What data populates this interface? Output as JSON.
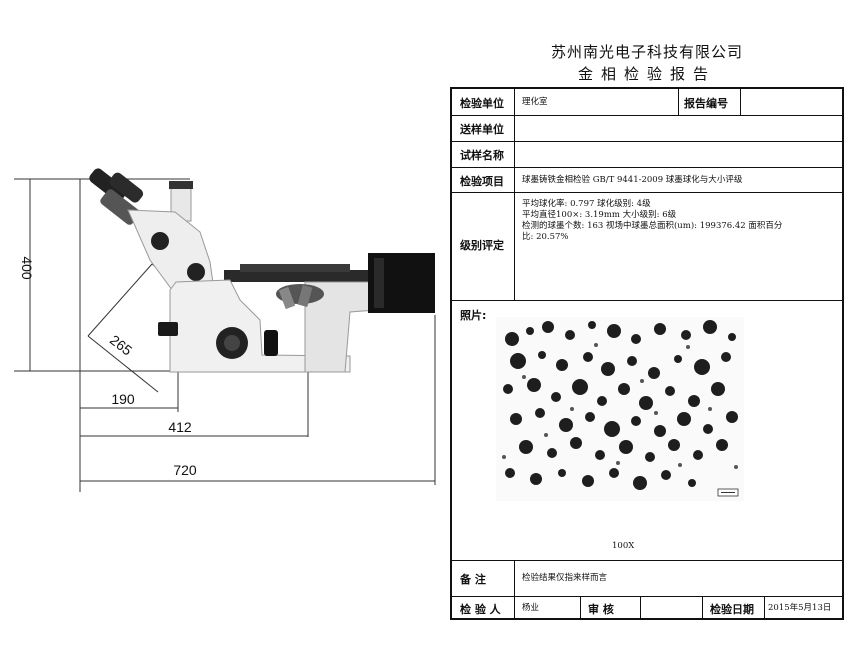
{
  "drawing": {
    "dimensions": {
      "height": "400",
      "diagonal": "265",
      "depth_190": "190",
      "depth_412": "412",
      "width_720": "720"
    }
  },
  "report": {
    "company": "苏州南光电子科技有限公司",
    "title": "金相检验报告",
    "rows": {
      "unit_label": "检验单位",
      "unit_value": "理化室",
      "report_no_label": "报告编号",
      "report_no_value": "",
      "sender_label": "送样单位",
      "sender_value": "",
      "sample_label": "试样名称",
      "sample_value": "",
      "item_label": "检验项目",
      "item_value": "球墨铸铁金相检验 GB/T 9441-2009 球墨球化与大小评级",
      "grade_label": "级别评定",
      "grade_lines": [
        "平均球化率: 0.797      球化级别: 4级",
        "平均直径100×: 3.19mm    大小级别: 6级",
        "检测的球墨个数: 163  视场中球墨总面积(um): 199376.42  面积百分",
        "比: 20.57%"
      ],
      "photo_label": "照片:",
      "magnification": "100X",
      "remark_label": "备    注",
      "remark_value": "检验结果仅指来样而言",
      "inspector_label": "检 验 人",
      "inspector_value": "杨业",
      "reviewer_label": "审    核",
      "reviewer_value": "",
      "date_label": "检验日期",
      "date_value": "2015年5月13日"
    }
  }
}
